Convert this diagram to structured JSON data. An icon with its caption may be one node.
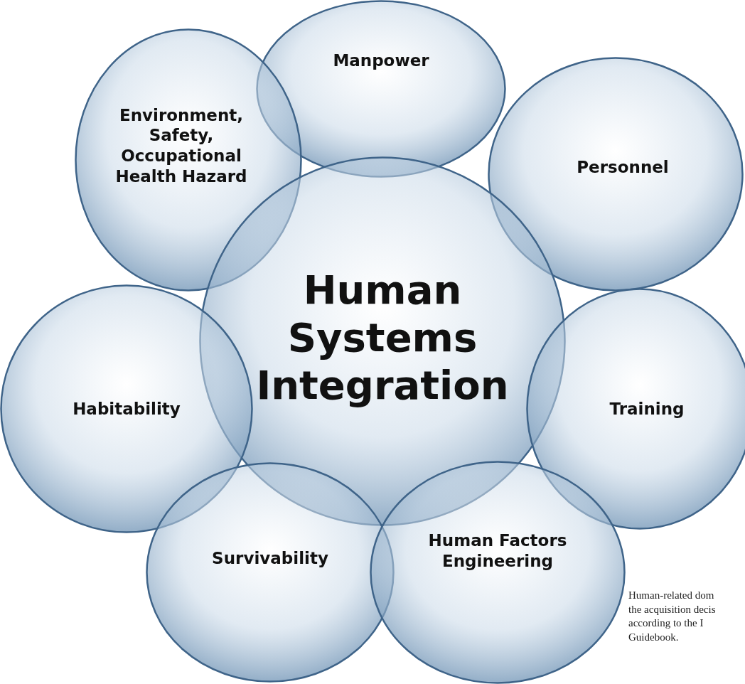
{
  "diagram": {
    "caption": "Human-related dom the acquisition decis according to the I Guidebook.",
    "nodes": [
      {
        "text": [
          "Manpower"
        ]
      },
      {
        "text": [
          "Environment, Safety, Occupational Health Hazard"
        ]
      },
      {
        "text": [
          "Personnel"
        ]
      },
      {
        "text": [
          "Human Systems Integration"
        ]
      },
      {
        "text": [
          "Habitability"
        ]
      },
      {
        "text": [
          "Training"
        ]
      },
      {
        "text": [
          "Survivability"
        ]
      },
      {
        "text": [
          "Human Factors Engineering"
        ]
      }
    ],
    "edges": []
  }
}
